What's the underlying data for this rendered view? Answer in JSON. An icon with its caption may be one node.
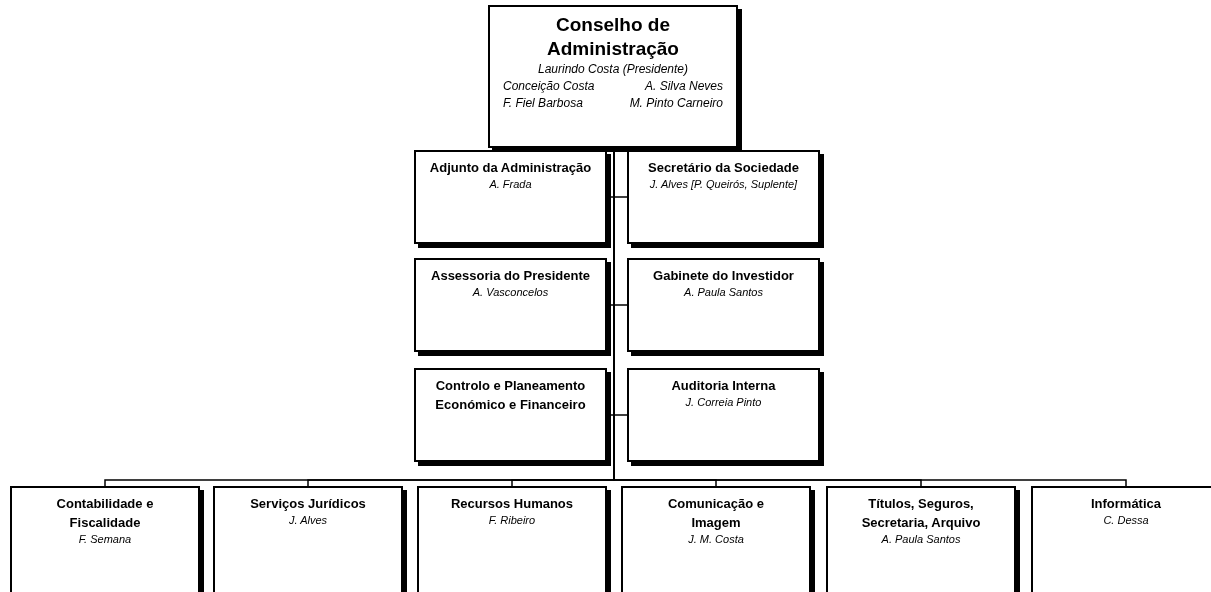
{
  "diagram": {
    "nodes": [
      {
        "text": [
          "Conselho de Administração",
          "Laurindo Costa (Presidente)",
          "Conceição Costa",
          "A. Silva Neves",
          "F. Fiel Barbosa",
          "M. Pinto Carneiro"
        ]
      },
      {
        "text": [
          "Adjunto da Administração",
          "A. Frada"
        ]
      },
      {
        "text": [
          "Secretário da Sociedade",
          "J. Alves [P. Queirós, Suplente]"
        ]
      },
      {
        "text": [
          "Assessoria do Presidente",
          "A. Vasconcelos"
        ]
      },
      {
        "text": [
          "Gabinete do Investidor",
          "A. Paula Santos"
        ]
      },
      {
        "text": [
          "Controlo e Planeamento Económico e Financeiro"
        ]
      },
      {
        "text": [
          "Auditoria Interna",
          "J. Correia Pinto"
        ]
      },
      {
        "text": [
          "Contabilidade e Fiscalidade",
          "F. Semana"
        ]
      },
      {
        "text": [
          "Serviços Jurídicos",
          "J. Alves"
        ]
      },
      {
        "text": [
          "Recursos Humanos",
          "F. Ribeiro"
        ]
      },
      {
        "text": [
          "Comunicação e Imagem",
          "J. M. Costa"
        ]
      },
      {
        "text": [
          "Títulos, Seguros, Secretaria, Arquivo",
          "A. Paula Santos"
        ]
      },
      {
        "text": [
          "Informática",
          "C. Dessa"
        ]
      }
    ],
    "edges": [
      {
        "from": 0,
        "to": 1,
        "arrow": "none"
      },
      {
        "from": 0,
        "to": 2,
        "arrow": "none"
      },
      {
        "from": 0,
        "to": 3,
        "arrow": "none"
      },
      {
        "from": 0,
        "to": 4,
        "arrow": "none"
      },
      {
        "from": 0,
        "to": 5,
        "arrow": "none"
      },
      {
        "from": 0,
        "to": 6,
        "arrow": "none"
      },
      {
        "from": 0,
        "to": 7,
        "arrow": "none"
      },
      {
        "from": 0,
        "to": 8,
        "arrow": "none"
      },
      {
        "from": 0,
        "to": 9,
        "arrow": "none"
      },
      {
        "from": 0,
        "to": 10,
        "arrow": "none"
      },
      {
        "from": 0,
        "to": 11,
        "arrow": "none"
      },
      {
        "from": 0,
        "to": 12,
        "arrow": "none"
      }
    ]
  }
}
